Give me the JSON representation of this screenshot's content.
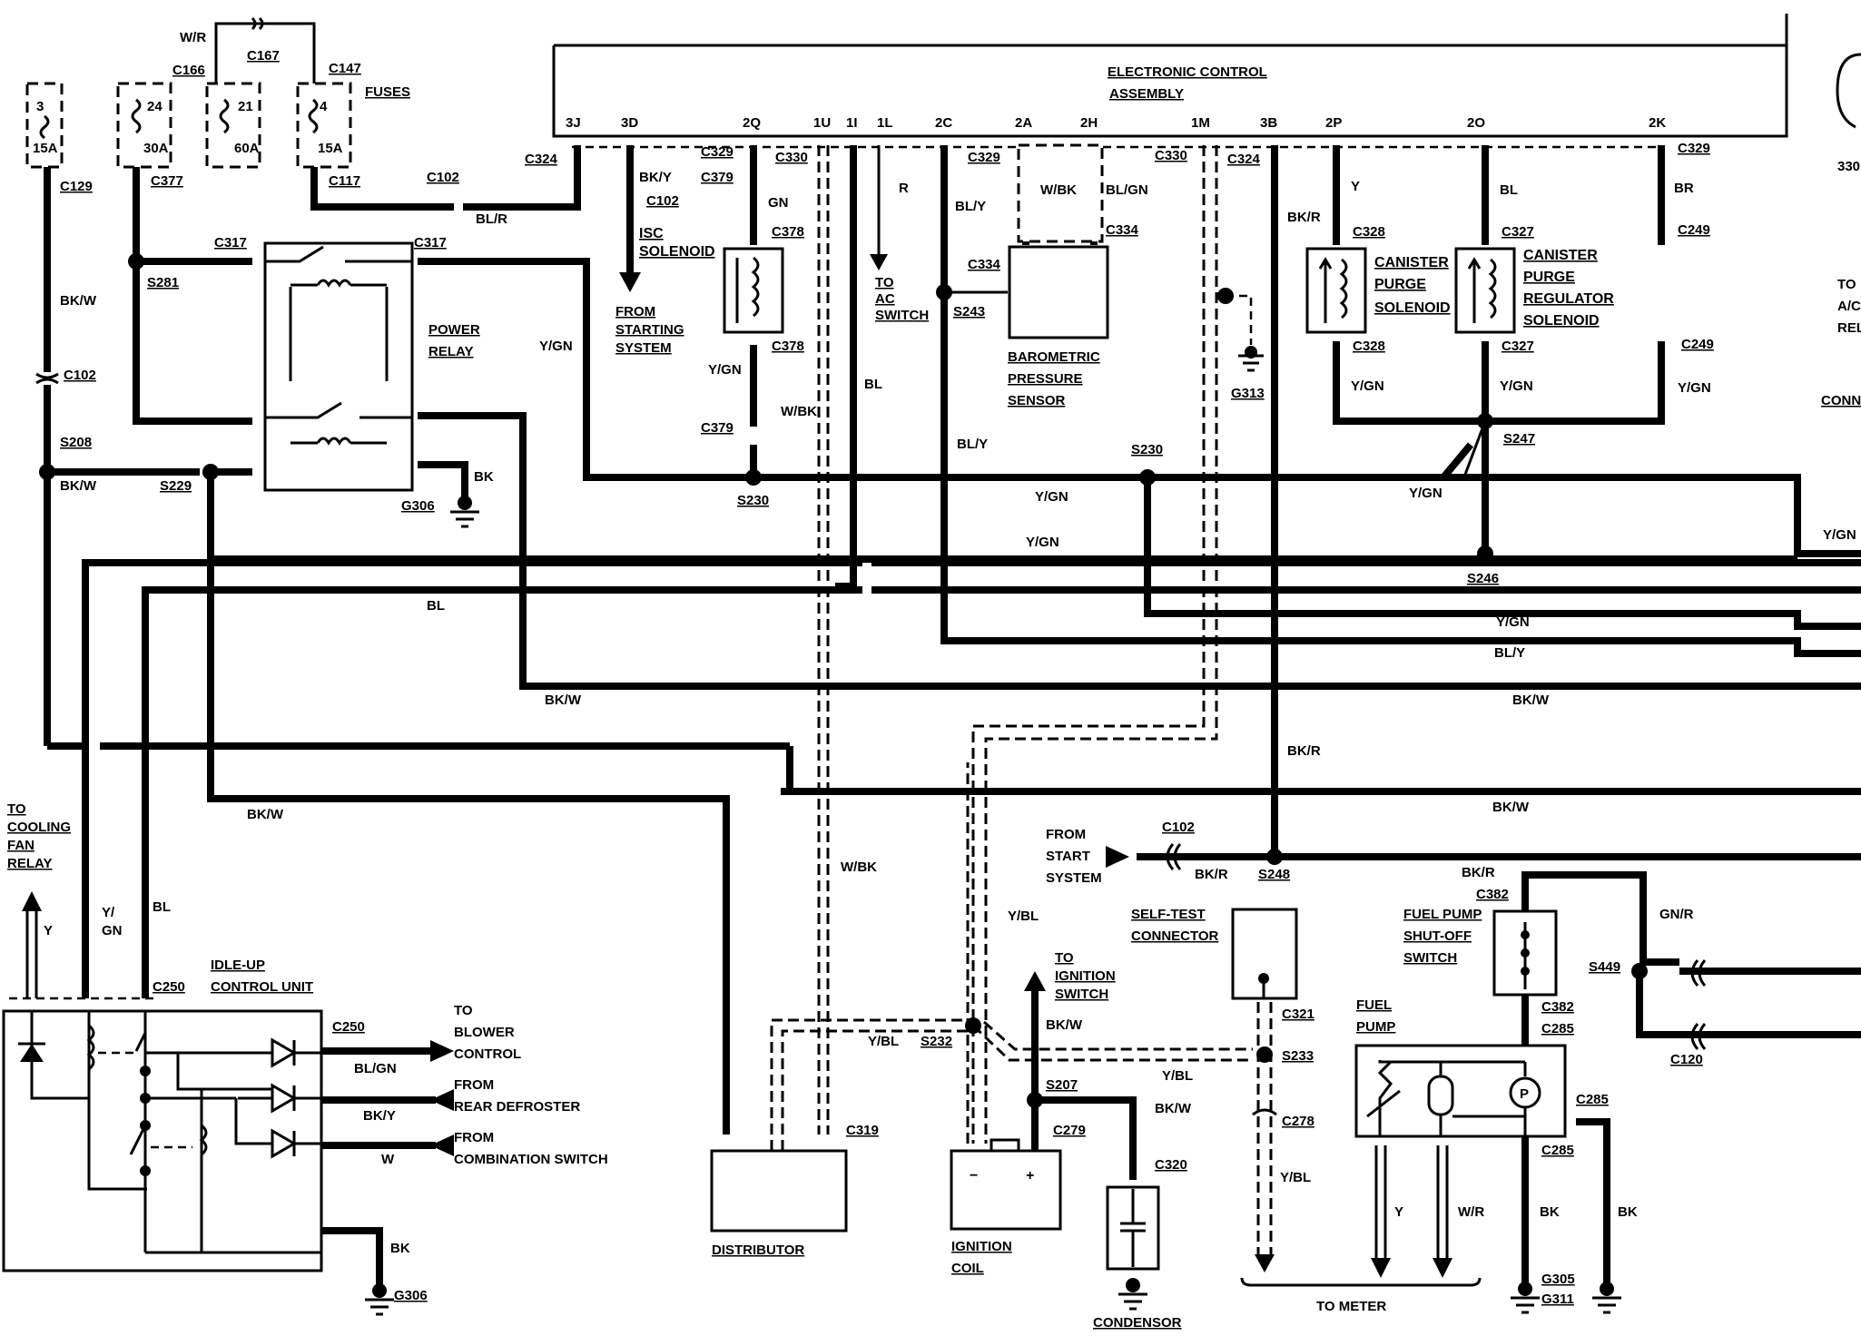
{
  "ecu": {
    "title_line1": "ELECTRONIC CONTROL",
    "title_line2": "ASSEMBLY",
    "pins": [
      "3J",
      "3D",
      "2Q",
      "1U",
      "1I",
      "1L",
      "2C",
      "2A",
      "2H",
      "1M",
      "3B",
      "2P",
      "2O",
      "2K"
    ]
  },
  "fuses": {
    "label": "FUSES",
    "items": [
      {
        "num": "3",
        "amps": "15A"
      },
      {
        "num": "24",
        "amps": "30A"
      },
      {
        "num": "21",
        "amps": "60A"
      },
      {
        "num": "4",
        "amps": "15A"
      }
    ]
  },
  "connectors": {
    "c129": "C129",
    "c377": "C377",
    "c166": "C166",
    "c167": "C167",
    "c147": "C147",
    "c117": "C117",
    "c102a": "C102",
    "c102b": "C102",
    "c102c": "C102",
    "c102d": "C102",
    "c324a": "C324",
    "c324b": "C324",
    "c317a": "C317",
    "c317b": "C317",
    "c329a": "C329",
    "c329b": "C329",
    "c329c": "C329",
    "c379a": "C379",
    "c379b": "C379",
    "c330a": "C330",
    "c330b": "C330",
    "c378a": "C378",
    "c378b": "C378",
    "c334a": "C334",
    "c334b": "C334",
    "c328a": "C328",
    "c328b": "C328",
    "c327a": "C327",
    "c327b": "C327",
    "c249a": "C249",
    "c249b": "C249",
    "c250a": "C250",
    "c250b": "C250",
    "c319": "C319",
    "c279": "C279",
    "c320": "C320",
    "c321": "C321",
    "c278": "C278",
    "c382a": "C382",
    "c382b": "C382",
    "c285a": "C285",
    "c285b": "C285",
    "c285c": "C285",
    "c120": "C120"
  },
  "splices": {
    "s208": "S208",
    "s229": "S229",
    "s281": "S281",
    "s230a": "S230",
    "s230b": "S230",
    "s243": "S243",
    "s247": "S247",
    "s246": "S246",
    "s248": "S248",
    "s232": "S232",
    "s207": "S207",
    "s233": "S233",
    "s449": "S449"
  },
  "grounds": {
    "g306a": "G306",
    "g306b": "G306",
    "g313": "G313",
    "g305": "G305",
    "g311": "G311"
  },
  "wires": {
    "bkw": "BK/W",
    "wr": "W/R",
    "blr": "BL/R",
    "bky": "BK/Y",
    "gn": "GN",
    "r": "R",
    "bly": "BL/Y",
    "wbk": "W/BK",
    "blgn": "BL/GN",
    "bkr": "BK/R",
    "y": "Y",
    "bl": "BL",
    "br": "BR",
    "ygn": "Y/GN",
    "bk": "BK",
    "ybl": "Y/BL",
    "grn_r": "GN/R",
    "w": "W",
    "y_gn_stack1": "Y/",
    "y_gn_stack2": "GN"
  },
  "components": {
    "power_relay": [
      "POWER",
      "RELAY"
    ],
    "isc": [
      "ISC",
      "SOLENOID"
    ],
    "from_starting": [
      "FROM",
      "STARTING",
      "SYSTEM"
    ],
    "to_ac": [
      "TO",
      "AC",
      "SWITCH"
    ],
    "baro": [
      "BAROMETRIC",
      "PRESSURE",
      "SENSOR"
    ],
    "canister": [
      "CANISTER",
      "PURGE",
      "SOLENOID"
    ],
    "canister_reg": [
      "CANISTER",
      "PURGE",
      "REGULATOR",
      "SOLENOID"
    ],
    "to_ac_relay": [
      "TO",
      "A/C",
      "REL"
    ],
    "conn_frag": "CONN",
    "num_330": "330",
    "cooling": [
      "TO",
      "COOLING",
      "FAN",
      "RELAY"
    ],
    "idle_up": [
      "IDLE-UP",
      "CONTROL UNIT"
    ],
    "blower": [
      "TO",
      "BLOWER",
      "CONTROL"
    ],
    "rear_defrost": [
      "FROM",
      "REAR DEFROSTER"
    ],
    "combination": [
      "FROM",
      "COMBINATION SWITCH"
    ],
    "distributor": "DISTRIBUTOR",
    "to_ignition": [
      "TO",
      "IGNITION",
      "SWITCH"
    ],
    "ignition_coil": [
      "IGNITION",
      "COIL"
    ],
    "condensor": "CONDENSOR",
    "from_start": [
      "FROM",
      "START",
      "SYSTEM"
    ],
    "self_test": [
      "SELF-TEST",
      "CONNECTOR"
    ],
    "fuel_pump_switch": [
      "FUEL PUMP",
      "SHUT-OFF",
      "SWITCH"
    ],
    "fuel_pump": [
      "FUEL",
      "PUMP"
    ],
    "pump_symbol": "P",
    "to_meter": "TO METER",
    "coil_minus": "−",
    "coil_plus": "+"
  }
}
